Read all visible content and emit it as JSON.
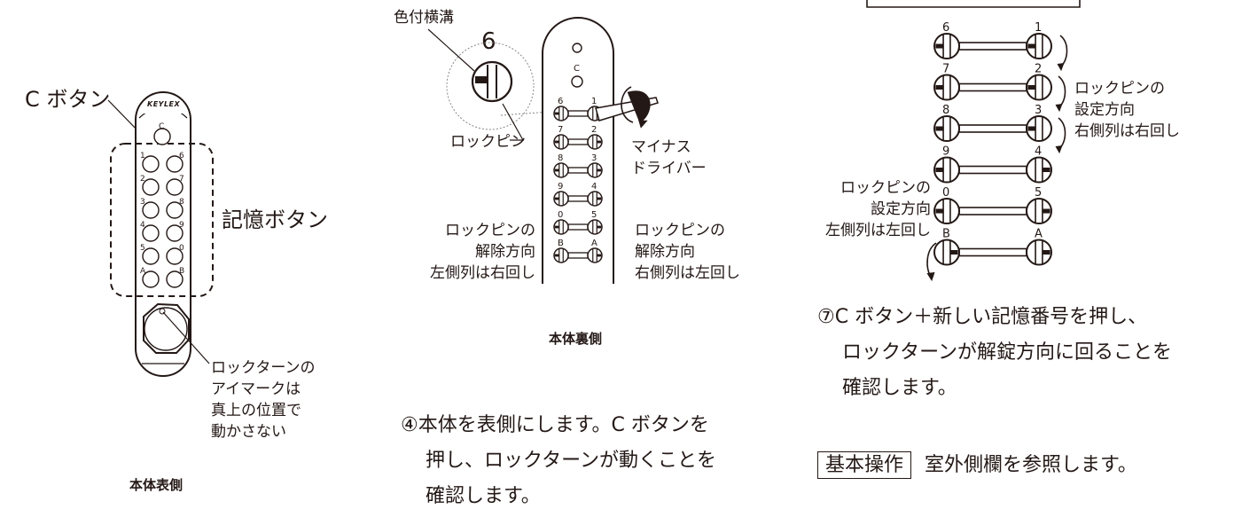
{
  "front": {
    "c_button_label": "C ボタン",
    "memory_button_label": "記憶ボタン",
    "brand_mark": "KEYLEX",
    "c_key": "C",
    "left_keys": [
      "1",
      "2",
      "3",
      "4",
      "5",
      "A"
    ],
    "right_keys": [
      "6",
      "7",
      "8",
      "9",
      "0",
      "B"
    ],
    "turn_note": [
      "ロックターンの",
      "アイマークは",
      "真上の位置で",
      "動かさない"
    ],
    "caption": "本体表側"
  },
  "back": {
    "groove_label": "色付横溝",
    "pin_number": "6",
    "lock_pin_label": "ロックピン",
    "c_key": "C",
    "left_numbers": [
      "6",
      "7",
      "8",
      "9",
      "0",
      "B"
    ],
    "right_numbers": [
      "1",
      "2",
      "3",
      "4",
      "5",
      "A"
    ],
    "driver_label": [
      "マイナス",
      "ドライバー"
    ],
    "left_note": [
      "ロックピンの",
      "解除方向",
      "左側列は右回し"
    ],
    "right_note": [
      "ロックピンの",
      "解除方向",
      "右側列は左回し"
    ],
    "caption": "本体裏側",
    "step4": [
      "④本体を表側にします。C ボタンを",
      "押し、ロックターンが動くことを",
      "確認します。"
    ]
  },
  "setting": {
    "left_numbers": [
      "6",
      "7",
      "8",
      "9",
      "0",
      "B"
    ],
    "right_numbers": [
      "1",
      "2",
      "3",
      "4",
      "5",
      "A"
    ],
    "right_note": [
      "ロックピンの",
      "設定方向",
      "右側列は右回し"
    ],
    "left_note": [
      "ロックピンの",
      "設定方向",
      "左側列は左回し"
    ],
    "step7": [
      "⑦C ボタン＋新しい記憶番号を押し、",
      "ロックターンが解錠方向に回ることを",
      "確認します。"
    ],
    "ref_box": "基本操作",
    "ref_text": "室外側欄を参照します。"
  }
}
